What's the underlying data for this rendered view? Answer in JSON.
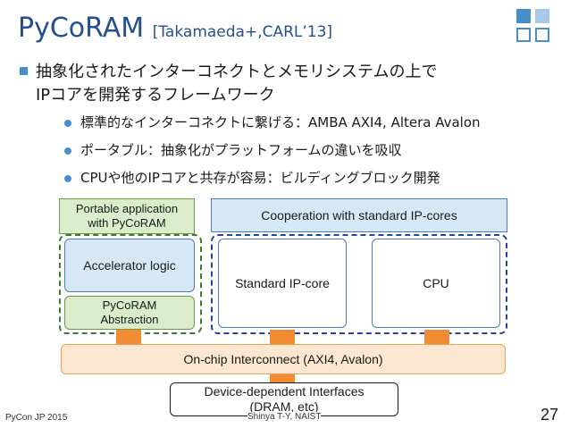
{
  "slide": {
    "title": "PyCoRAM",
    "citation": "[Takamaeda+,CARL’13]",
    "bullet_main_line1": "抽象化されたインターコネクトとメモリシステムの上で",
    "bullet_main_line2": "IPコアを開発するフレームワーク",
    "sub_bullets": [
      "標準的なインターコネクトに繋げる：AMBA AXI4, Altera Avalon",
      "ポータブル：抽象化がプラットフォームの違いを吸収",
      "CPUや他のIPコアと共存が容易：ビルディングブロック開発"
    ]
  },
  "diagram": {
    "portable_label_line1": "Portable application",
    "portable_label_line2": "with PyCoRAM",
    "cooperation_label": "Cooperation with standard IP-cores",
    "accelerator_logic": "Accelerator logic",
    "pycoram_line1": "PyCoRAM",
    "pycoram_line2": "Abstraction",
    "standard_ip_core": "Standard IP-core",
    "cpu": "CPU",
    "interconnect": "On-chip Interconnect (AXI4, Avalon)",
    "device_line1": "Device-dependent Interfaces",
    "device_line2": "(DRAM, etc)"
  },
  "footer": {
    "left": "PyCon JP 2015",
    "center": "Shinya T-Y, NAIST",
    "page_number": "27"
  },
  "colors": {
    "title": "#24508c",
    "bullet_accent": "#4a8ec9",
    "green_box": "#daecc9",
    "green_border": "#6b9a4a",
    "blue_box": "#d6e8f5",
    "blue_border": "#4c7eb5",
    "interconnect_fill": "#fbe6cf",
    "interconnect_border": "#e6a35c",
    "connector": "#f28c33",
    "dashed_green": "#3c7a2e",
    "dashed_blue": "#2a3f9e"
  }
}
